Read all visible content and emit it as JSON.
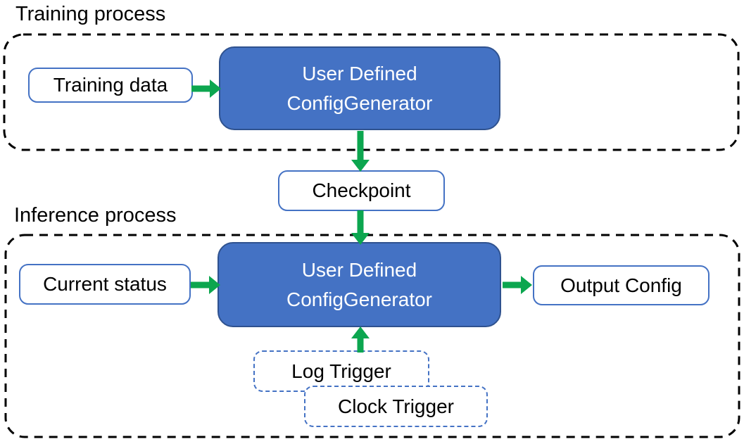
{
  "colors": {
    "background": "#FFFFFF",
    "generator_fill": "#4472C4",
    "generator_border": "#2F528F",
    "node_border": "#4472C4",
    "trigger_border": "#4472C4",
    "container_border": "#000000",
    "arrow": "#0CA64F",
    "text_dark": "#000000",
    "text_light": "#FFFFFF"
  },
  "training": {
    "title": "Training process",
    "training_data": "Training data",
    "generator": "User Defined\nConfigGenerator"
  },
  "checkpoint": "Checkpoint",
  "inference": {
    "title": "Inference process",
    "current_status": "Current status",
    "generator": "User Defined\nConfigGenerator",
    "output_config": "Output Config",
    "log_trigger": "Log Trigger",
    "clock_trigger": "Clock Trigger"
  }
}
